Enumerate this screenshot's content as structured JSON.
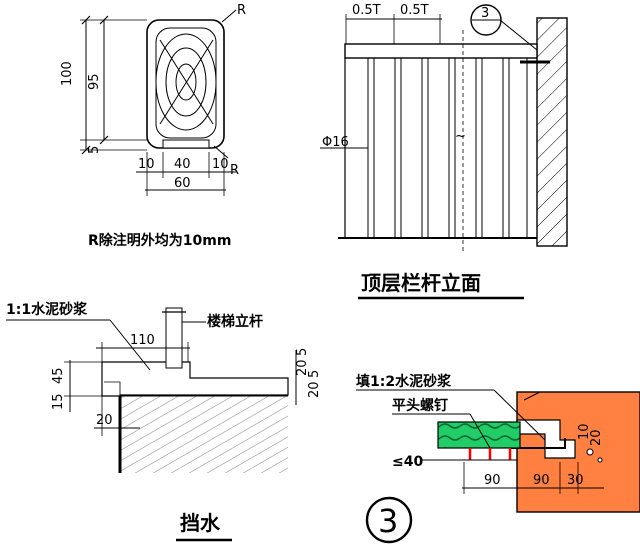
{
  "profile": {
    "dim_total_height": "100",
    "dim_body_height": "95",
    "dim_lip_height": "5",
    "dim_left": "10",
    "dim_middle": "40",
    "dim_right": "10",
    "dim_total_width": "60",
    "radius_top": "R",
    "radius_bottom": "R",
    "note": "R除注明外均为10mm"
  },
  "elevation": {
    "dim_a": "0.5T",
    "dim_b": "0.5T",
    "section_mark": "3",
    "bar_label": "Φ16",
    "title": "顶层栏杆立面"
  },
  "waterstop": {
    "mortar_label": "1:1水泥砂浆",
    "post_label": "楼梯立杆",
    "dim_110": "110",
    "dim_15": "15",
    "dim_45": "45",
    "dim_5": "5",
    "dim_20": "20",
    "dim_5b": "5",
    "dim_20b": "20",
    "dim_20c": "20",
    "title": "挡水"
  },
  "detail3": {
    "mortar_label": "填1:2水泥砂浆",
    "screw_label": "平头螺钉",
    "dim_le40": "≤40",
    "dim_90": "90",
    "dim_90b": "90",
    "dim_30": "30",
    "dim_10": "10",
    "dim_20": "20",
    "big_number": "3"
  }
}
